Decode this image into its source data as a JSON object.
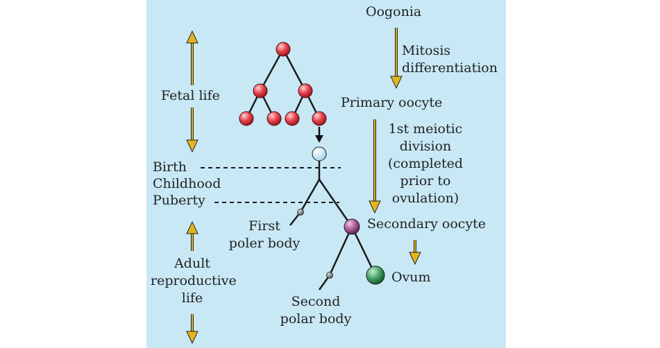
{
  "colors": {
    "background": "#c8e8f5",
    "arrow": "#e2b51c",
    "line": "#1a1a1a",
    "oogonia_cell": "#e5424d",
    "primary_oocyte": "#d6eff8",
    "secondary_oocyte": "#a7568f",
    "ovum": "#3f9c5b",
    "polar_body": "#777777"
  },
  "labels": {
    "oogonia": "Oogonia",
    "mitosis": "Mitosis",
    "differentiation": "differentiation",
    "primary_oocyte": "Primary oocyte",
    "meiotic_1": "1st meiotic",
    "meiotic_2": "division",
    "meiotic_3": "(completed",
    "meiotic_4": "prior to",
    "meiotic_5": "ovulation)",
    "secondary_oocyte": "Secondary oocyte",
    "ovum": "Ovum",
    "fetal_life": "Fetal life",
    "birth": "Birth",
    "childhood": "Childhood",
    "puberty": "Puberty",
    "adult_1": "Adult",
    "adult_2": "reproductive",
    "adult_3": "life",
    "first_polar_1": "First",
    "first_polar_2": "poler body",
    "second_polar_1": "Second",
    "second_polar_2": "polar body"
  }
}
